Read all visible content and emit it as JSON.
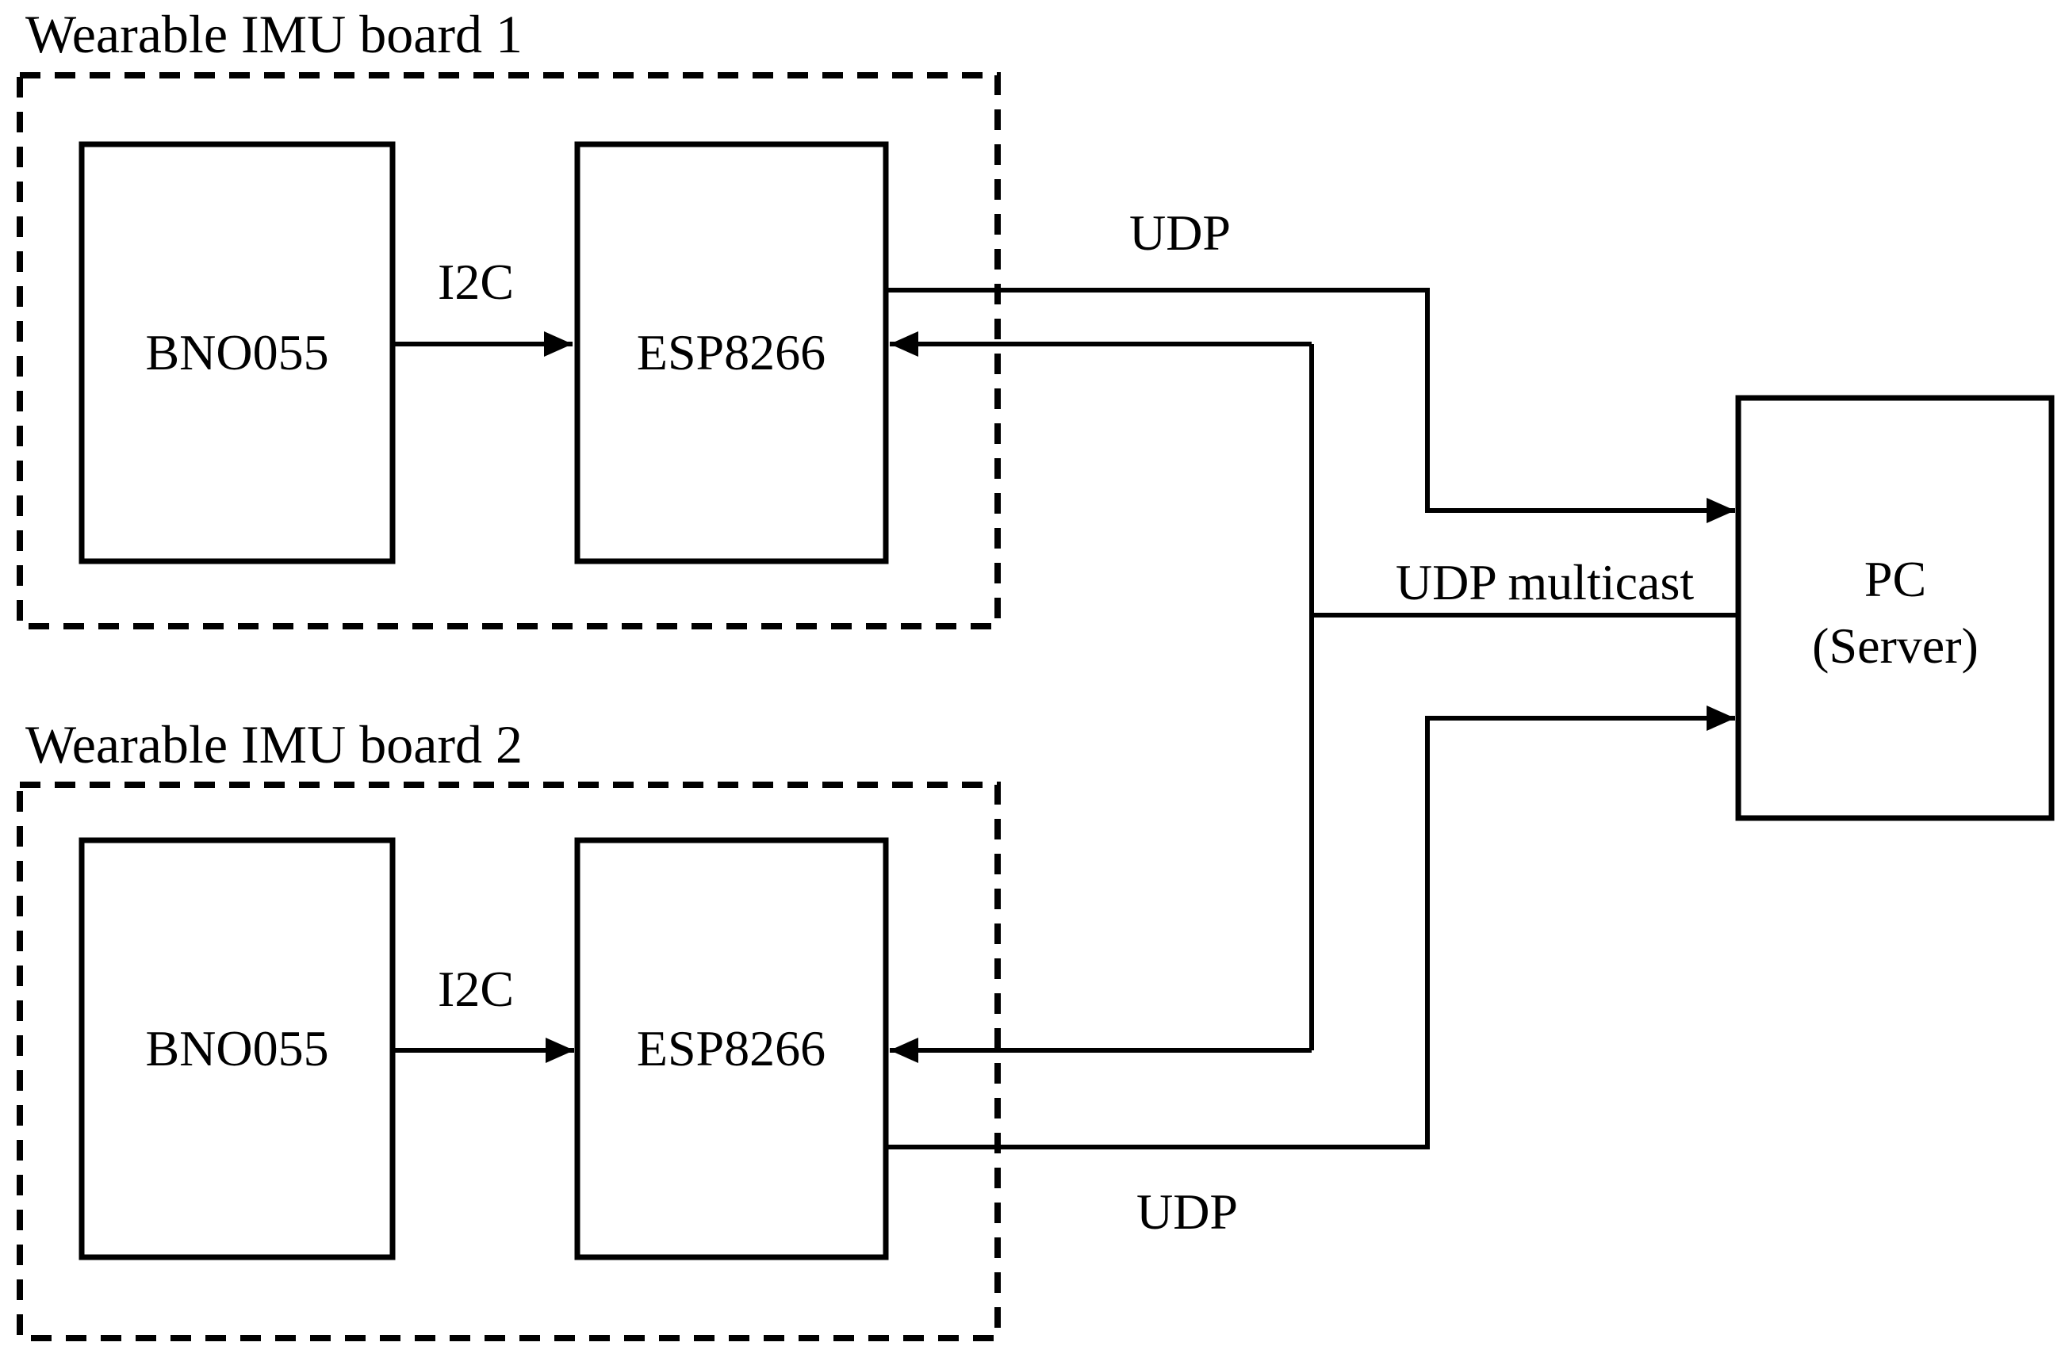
{
  "colors": {
    "background": "#ffffff",
    "ink": "#000000"
  },
  "boards": [
    {
      "title": "Wearable IMU board 1",
      "sensor_label": "BNO055",
      "mcu_label": "ESP8266",
      "bus_label": "I2C"
    },
    {
      "title": "Wearable IMU board 2",
      "sensor_label": "BNO055",
      "mcu_label": "ESP8266",
      "bus_label": "I2C"
    }
  ],
  "server": {
    "name": "PC",
    "role": "(Server)"
  },
  "connections": {
    "board1_to_pc": "UDP",
    "board2_to_pc": "UDP",
    "pc_to_boards": "UDP multicast"
  }
}
